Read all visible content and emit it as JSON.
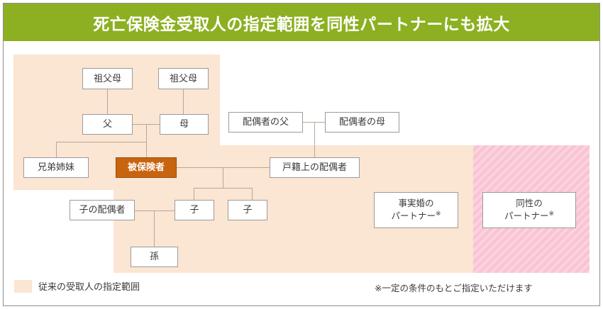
{
  "header": {
    "title": "死亡保険金受取人の指定範囲を同性パートナーにも拡大",
    "bg_color": "#8cb022",
    "text_color": "#ffffff"
  },
  "colors": {
    "legacy_range_fill": "#fbe5d3",
    "new_range_hatch": "#f9c3d2",
    "insured_highlight": "#c8640f",
    "connector_line": "#b9a79a",
    "box_border": "#9b9b9b"
  },
  "diagram": {
    "type": "family-tree",
    "nodes": [
      {
        "id": "grandparents-paternal",
        "label": "祖父母",
        "highlight": false
      },
      {
        "id": "grandparents-maternal",
        "label": "祖父母",
        "highlight": false
      },
      {
        "id": "father",
        "label": "父",
        "highlight": false
      },
      {
        "id": "mother",
        "label": "母",
        "highlight": false
      },
      {
        "id": "spouse-father",
        "label": "配偶者の父",
        "highlight": false
      },
      {
        "id": "spouse-mother",
        "label": "配偶者の母",
        "highlight": false
      },
      {
        "id": "siblings",
        "label": "兄弟姉妹",
        "highlight": false
      },
      {
        "id": "insured",
        "label": "被保険者",
        "highlight": true
      },
      {
        "id": "legal-spouse",
        "label": "戸籍上の配偶者",
        "highlight": false
      },
      {
        "id": "child-spouse",
        "label": "子の配偶者",
        "highlight": false
      },
      {
        "id": "child-1",
        "label": "子",
        "highlight": false
      },
      {
        "id": "child-2",
        "label": "子",
        "highlight": false
      },
      {
        "id": "grandchild",
        "label": "孫",
        "highlight": false
      }
    ],
    "partner_nodes": [
      {
        "id": "common-law-partner",
        "line1": "事実婚の",
        "line2": "パートナー",
        "mark": "※",
        "region": "legacy"
      },
      {
        "id": "same-sex-partner",
        "line1": "同性の",
        "line2": "パートナー",
        "mark": "※",
        "region": "new"
      }
    ]
  },
  "footer": {
    "legend_label": "従来の受取人の指定範囲",
    "note": "※一定の条件のもとご指定いただけます"
  }
}
